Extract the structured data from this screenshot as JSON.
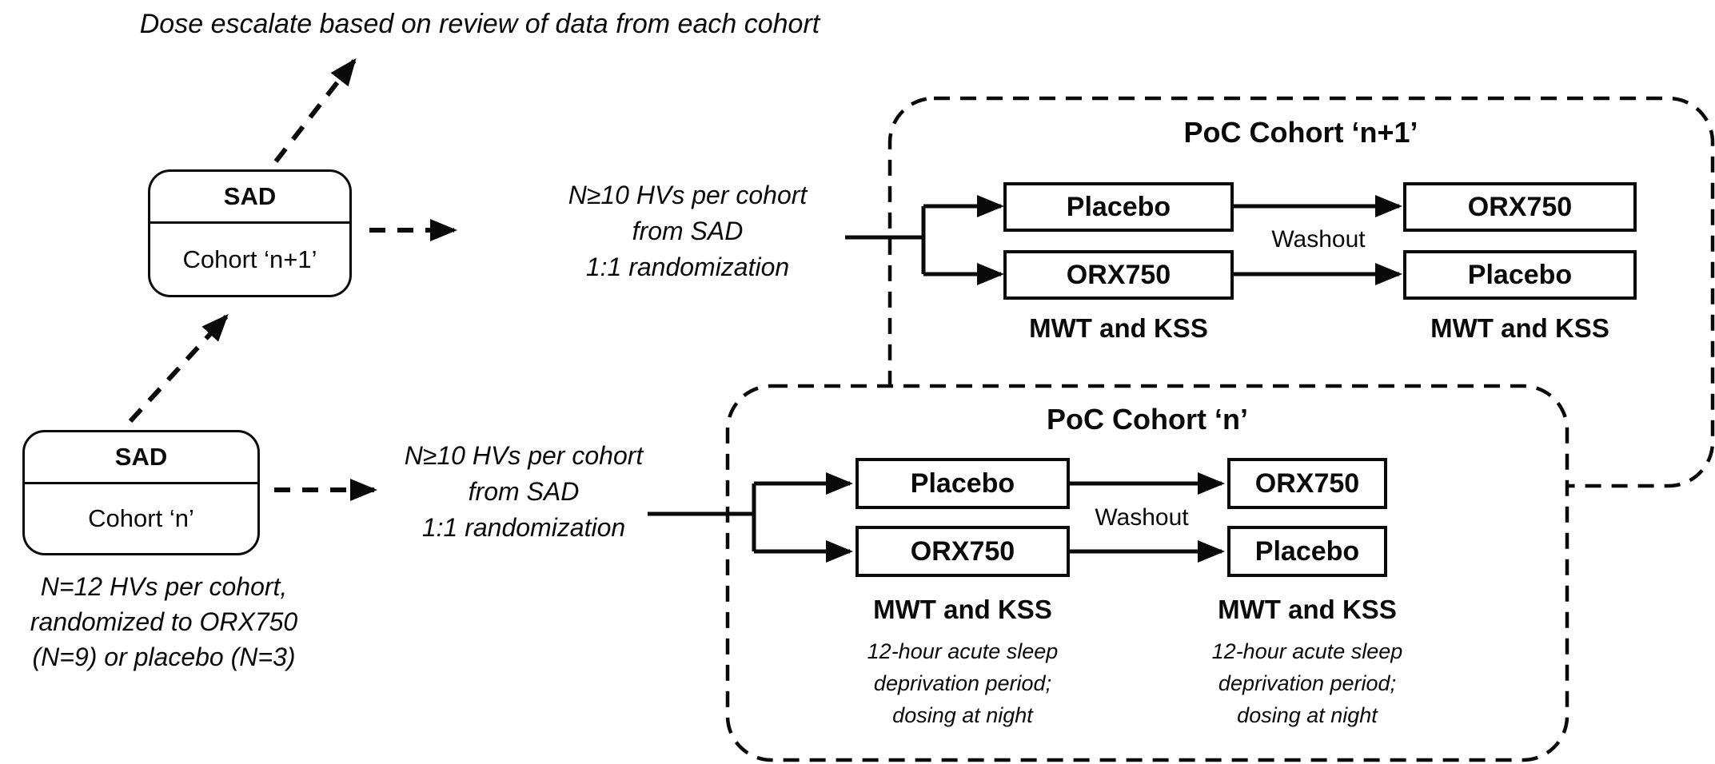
{
  "colors": {
    "ink": "#000000",
    "background": "#ffffff"
  },
  "top_annotation": "Dose escalate based on review of data from each cohort",
  "sad_cohort_next": {
    "title": "SAD",
    "subtitle": "Cohort ‘n+1’"
  },
  "sad_cohort_n": {
    "title": "SAD",
    "subtitle": "Cohort ‘n’",
    "note": "N=12 HVs per cohort,\nrandomized to ORX750\n(N=9) or placebo (N=3)"
  },
  "randomization_note_next": "N≥10 HVs per cohort\nfrom SAD\n1:1 randomization",
  "randomization_note_n": "N≥10 HVs per cohort\nfrom SAD\n1:1 randomization",
  "poc_cohort_next": {
    "title": "PoC Cohort ‘n+1’",
    "washout_label": "Washout",
    "period_1_boxes": [
      "Placebo",
      "ORX750"
    ],
    "period_2_boxes": [
      "ORX750",
      "Placebo"
    ],
    "period_1_assessment": "MWT and KSS",
    "period_2_assessment": "MWT and KSS"
  },
  "poc_cohort_n": {
    "title": "PoC Cohort ‘n’",
    "washout_label": "Washout",
    "period_1_boxes": [
      "Placebo",
      "ORX750"
    ],
    "period_2_boxes": [
      "ORX750",
      "Placebo"
    ],
    "period_1_assessment": "MWT and KSS",
    "period_2_assessment": "MWT and KSS",
    "period_1_note": "12-hour acute sleep\ndeprivation period;\ndosing at night",
    "period_2_note": "12-hour acute sleep\ndeprivation period;\ndosing at night"
  }
}
